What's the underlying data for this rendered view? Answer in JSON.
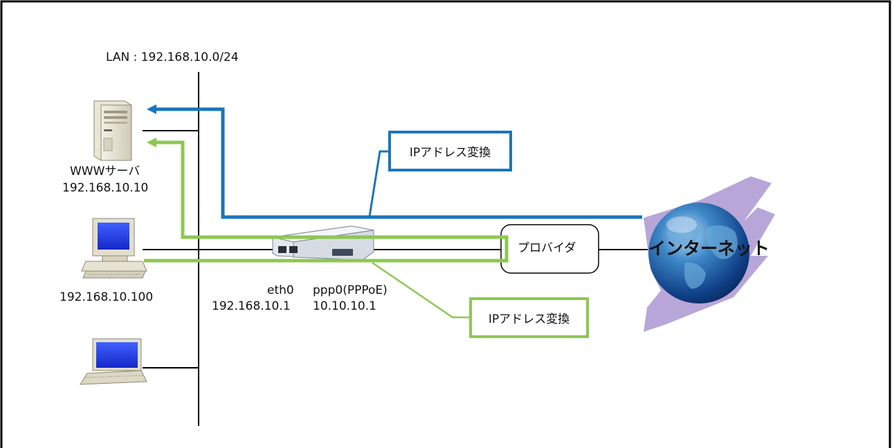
{
  "lan_label": "LAN : 192.168.10.0/24",
  "server": {
    "name": "WWWサーバ",
    "ip": "192.168.10.10"
  },
  "pc": {
    "ip": "192.168.10.100"
  },
  "router": {
    "eth0_name": "eth0",
    "eth0_ip": "192.168.10.1",
    "ppp0_name": "ppp0(PPPoE)",
    "ppp0_ip": "10.10.10.1"
  },
  "provider_label": "プロバイダ",
  "internet_label": "インターネット",
  "nat_callouts": [
    {
      "text": "IPアドレス変換",
      "color": "#1a75bb"
    },
    {
      "text": "IPアドレス変換",
      "color": "#8cc850"
    }
  ],
  "colors": {
    "blue_path": "#1a75bb",
    "green_path": "#8cc850"
  },
  "icons": [
    "server-tower-icon",
    "desktop-pc-icon",
    "laptop-icon",
    "router-icon",
    "globe-icon"
  ]
}
